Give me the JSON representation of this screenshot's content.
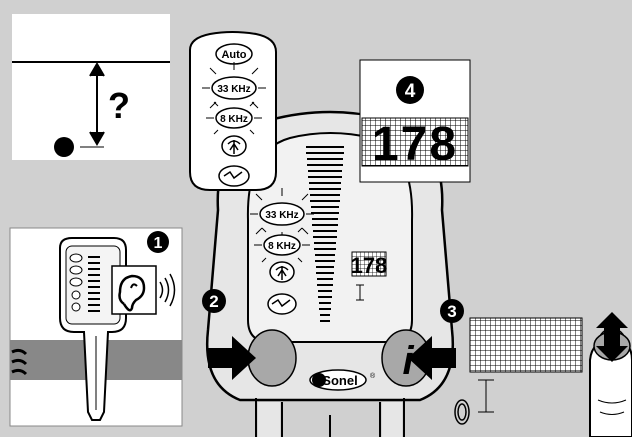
{
  "panel_depth": {
    "question_mark": "?"
  },
  "popup_modes": {
    "auto": "Auto",
    "f33": "33 KHz",
    "f8": "8 KHz"
  },
  "detector": {
    "f33": "33 KHz",
    "f8": "8 KHz",
    "digits": "178",
    "brand": "Sonel",
    "trademark": "®",
    "info_glyph": "i"
  },
  "zoom_display": {
    "digits": "178"
  },
  "steps": {
    "s1": "1",
    "s2": "2",
    "s3": "3",
    "s4": "4"
  },
  "colors": {
    "background": "#d0d0d0",
    "panel": "#ffffff",
    "outline": "#000000",
    "button_gray": "#a8a8a8",
    "ground": "#888888"
  }
}
